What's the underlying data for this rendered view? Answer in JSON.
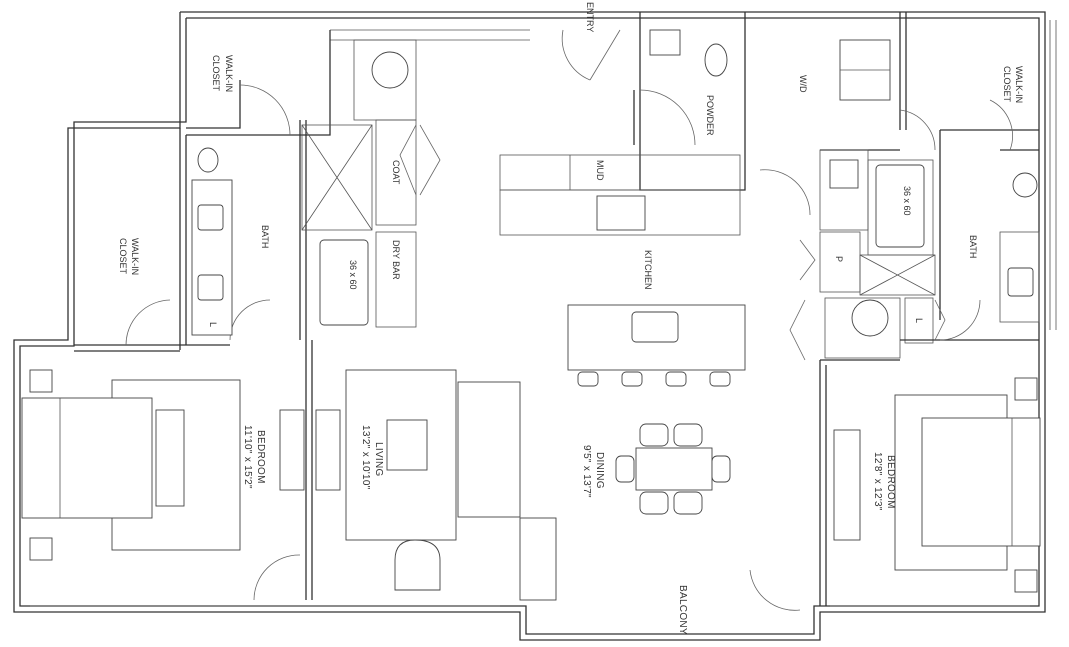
{
  "plan": {
    "rooms": {
      "entry": "ENTRY",
      "powder": "POWDER",
      "mud": "MUD",
      "coat": "COAT",
      "dry_bar": "DRY BAR",
      "kitchen": "KITCHEN",
      "wd": "W/D",
      "pantry": "P",
      "linen_left": "L",
      "linen_right": "L",
      "walk_in_closet_top_left_1": "WALK-IN",
      "walk_in_closet_top_left_2": "CLOSET",
      "walk_in_closet_left_1": "WALK-IN",
      "walk_in_closet_left_2": "CLOSET",
      "walk_in_closet_right_1": "WALK-IN",
      "walk_in_closet_right_2": "CLOSET",
      "bath_left": "BATH",
      "bath_right": "BATH",
      "tub_left": "36 x 60",
      "tub_right": "36 x 60",
      "bedroom_left": {
        "name": "BEDROOM",
        "size": "11'10\" x 15'2\""
      },
      "living": {
        "name": "LIVING",
        "size": "13'2\" x 10'10\""
      },
      "dining": {
        "name": "DINING",
        "size": "9'5\" x 13'7\""
      },
      "bedroom_right": {
        "name": "BEDROOM",
        "size": "12'8\" x 12'3\""
      },
      "balcony": "BALCONY"
    }
  }
}
